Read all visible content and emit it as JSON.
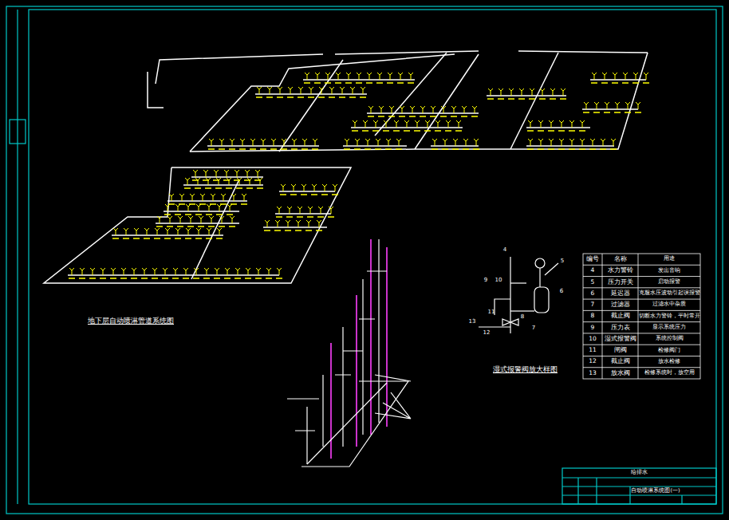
{
  "diagram": {
    "labels": [
      "地下层自动喷淋管道系统图",
      "湿式报警阀放大样图",
      "编号",
      "名称",
      "用途",
      "4",
      "水力警铃",
      "发出音响",
      "5",
      "压力开关",
      "启动报警",
      "6",
      "延迟器",
      "克服水压波动引起误报警",
      "7",
      "过滤器",
      "过滤水中杂质",
      "8",
      "截止阀",
      "切断水力警铃，平时常开",
      "9",
      "压力表",
      "显示系统压力",
      "10",
      "湿式报警阀",
      "系统控制阀",
      "11",
      "闸阀",
      "检修阀门",
      "12",
      "截止阀",
      "放水检修",
      "13",
      "放水阀",
      "检修系统时，放空用",
      "4",
      "5",
      "6",
      "7",
      "8",
      "9",
      "10",
      "11",
      "12",
      "13",
      "给排水",
      "自动喷淋系统图(一)"
    ]
  }
}
